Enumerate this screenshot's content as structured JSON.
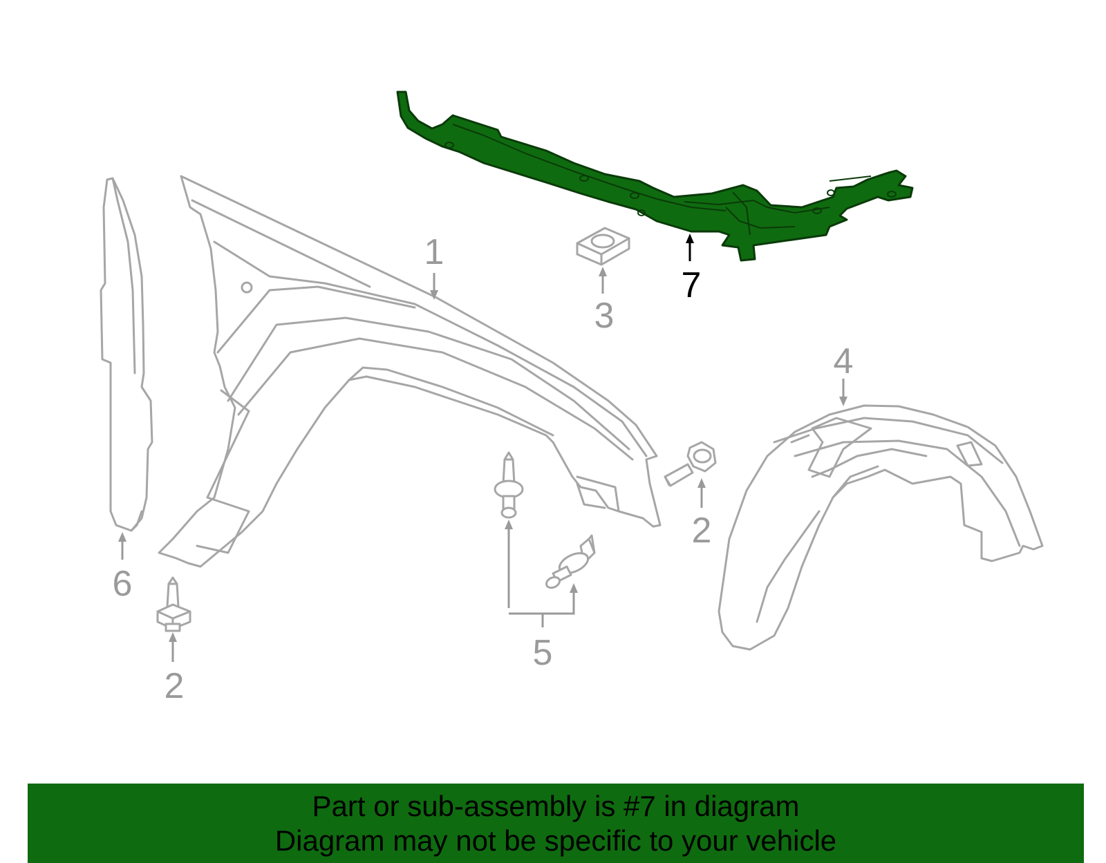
{
  "callouts": {
    "fender": "1",
    "bolt_left": "2",
    "bolt_right": "2",
    "nut": "3",
    "liner": "4",
    "push_pin": "5",
    "shield": "6",
    "highlighted_part": "7"
  },
  "banner": {
    "line1": "Part or sub-assembly is #7 in diagram",
    "line2": "Diagram may not be specific to your vehicle"
  },
  "colors": {
    "highlight": "#0f6b0f",
    "banner_bg": "#0f6b0f",
    "outline": "#a6a6a6"
  },
  "icons": [
    "fender-drawing",
    "bolt-icon",
    "nut-icon",
    "push-pin-icon",
    "wheel-liner-drawing",
    "splash-shield-drawing",
    "support-bracket-drawing"
  ]
}
